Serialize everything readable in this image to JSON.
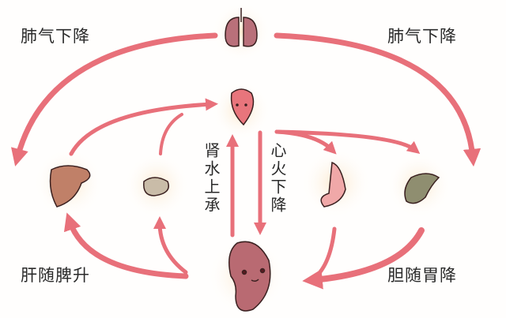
{
  "labels": {
    "lung_left": "肺气下降",
    "lung_right": "肺气下降",
    "liver_spleen": "肝随脾升",
    "gall_stomach": "胆随胃降",
    "kidney_water": "肾水上承",
    "heart_fire": "心火下降"
  },
  "organs": [
    "lungs",
    "heart",
    "liver",
    "spleen",
    "stomach",
    "gallbladder",
    "kidney"
  ],
  "colors": {
    "arrow": "#e8707a",
    "arrow_dark": "#b8708a",
    "glow": "#fbe9d0"
  }
}
